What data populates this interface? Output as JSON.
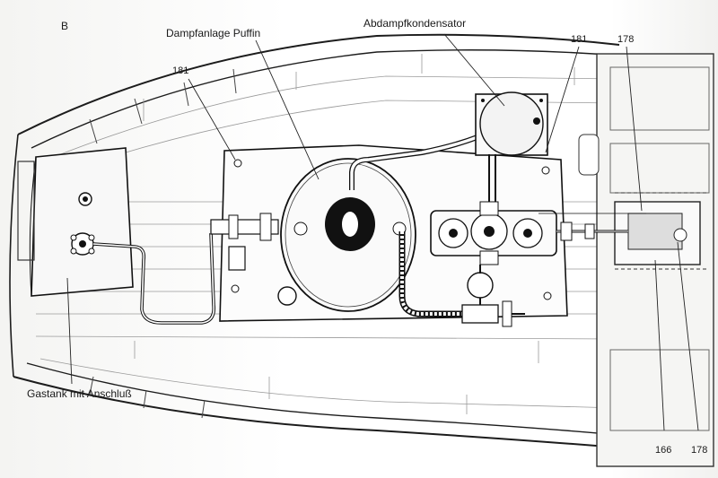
{
  "figure": {
    "corner_letter": "B",
    "labels": {
      "steam_plant": "Dampfanlage Puffin",
      "condenser": "Abdampfkondensator",
      "gas_tank": "Gastank mit Anschluß",
      "ref_181_left": "181",
      "ref_181_right": "181",
      "ref_178_top": "178",
      "ref_178_bottom": "178",
      "ref_166": "166"
    }
  }
}
